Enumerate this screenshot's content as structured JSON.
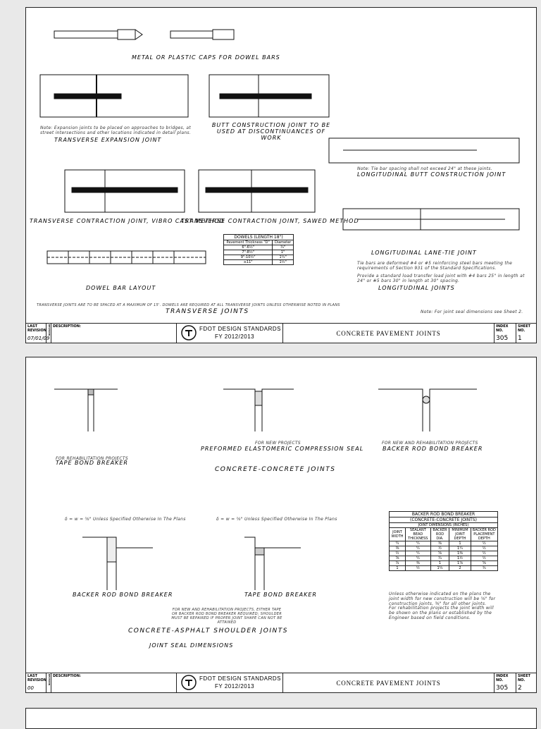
{
  "sheet1": {
    "labels": {
      "caps_title": "METAL OR PLASTIC CAPS FOR DOWEL BARS",
      "expansion_title": "TRANSVERSE EXPANSION JOINT",
      "butt_transverse": "BUTT CONSTRUCTION JOINT TO BE USED AT DISCONTINUANCES OF WORK",
      "long_butt": "LONGITUDINAL BUTT CONSTRUCTION JOINT",
      "vibro": "TRANSVERSE CONTRACTION JOINT, VIBRO CAST METHOD",
      "sawed": "TRANSVERSE CONTRACTION JOINT, SAWED METHOD",
      "lane_tie": "LONGITUDINAL LANE-TIE JOINT",
      "dowel_layout": "DOWEL BAR LAYOUT",
      "long_joints": "LONGITUDINAL JOINTS",
      "transverse_joints": "TRANSVERSE JOINTS",
      "spacing_note": "TRANSVERSE JOINTS ARE TO BE SPACED AT A MAXIMUM OF 15'. DOWELS ARE REQUIRED AT ALL TRANSVERSE JOINTS UNLESS OTHERWISE NOTED IN PLANS",
      "sheet_note": "Note: For joint seal dimensions see Sheet 2.",
      "expansion_note": "Note: Expansion joints to be placed on approaches to bridges, at street intersections and other locations indicated in detail plans.",
      "tie_note": "Note: Tie bar spacing shall not exceed 24\" at these joints.",
      "tie_bars_note": "Tie bars are deformed #4 or #5 reinforcing steel bars meeting the requirements of Section 931 of the Standard Specifications.",
      "tie_load_note": "Provide a standard load transfer load joint with #4 bars 25\" in length at 24\" or #5 bars 30\" in length at 30\" spacing."
    },
    "dowel_table": {
      "title": "DOWELS (LENGTH 18\")",
      "headers": [
        "Pavement Thickness \"D\"",
        "Diameter"
      ],
      "rows": [
        [
          "6\"-6½\"",
          "¾\""
        ],
        [
          "7\"-8½\"",
          "1\""
        ],
        [
          "9\"-10½\"",
          "1¼\""
        ],
        [
          "≥11\"",
          "1½\""
        ]
      ]
    },
    "titleblock": {
      "last_revision_label": "LAST REVISION",
      "revision_label": "REVISION",
      "last_revision": "07/01/09",
      "description_label": "DESCRIPTION:",
      "agency": "FDOT DESIGN STANDARDS",
      "fy": "FY 2012/2013",
      "doc_title": "CONCRETE PAVEMENT JOINTS",
      "index_label": "INDEX NO.",
      "index": "305",
      "sheet_label": "SHEET NO.",
      "sheet": "1"
    }
  },
  "sheet2": {
    "labels": {
      "concrete_concrete": "CONCRETE-CONCRETE JOINTS",
      "tape_bond": "TAPE BOND BREAKER",
      "tape_rehab": "FOR REHABILITATION PROJECTS",
      "preformed": "PREFORMED ELASTOMERIC COMPRESSION SEAL",
      "preformed_new": "FOR NEW PROJECTS",
      "backer_rod": "BACKER ROD BOND BREAKER",
      "backer_new_rehab": "FOR NEW AND REHABILITATION PROJECTS",
      "shoulder_title": "CONCRETE-ASPHALT SHOULDER JOINTS",
      "joint_seal_dims": "JOINT SEAL DIMENSIONS",
      "backer_rod_bottom": "BACKER ROD BOND BREAKER",
      "tape_bond_bottom": "TAPE BOND BREAKER",
      "shoulder_note": "FOR NEW AND REHABILITATION PROJECTS, EITHER TAPE OR BACKER ROD BOND BREAKER REQUIRED; SHOULDER MUST BE REPAIRED IF PROPER JOINT SHAPE CAN NOT BE ATTAINED",
      "dim_note_left": "δ = w = ⅝\" Unless Specified Otherwise In The Plans",
      "dim_note_right": "δ = w = ⅝\" Unless Specified Otherwise In The Plans",
      "table_note": "Unless otherwise indicated on the plans the joint width for new construction will be ⅝\" for construction joints, ⅜\" for all other joints.",
      "table_note2": "For rehabilitation projects the joint width will be shown on the plans or established by the Engineer based on field conditions."
    },
    "backer_table": {
      "title": "BACKER ROD BOND BREAKER",
      "subtitle": "(CONCRETE-CONCRETE JOINTS)",
      "group": "JOINT DIMENSIONS (INCHES)",
      "headers": [
        "JOINT WIDTH",
        "SEALANT BEAD THICKNESS",
        "BACKER ROD DIA.",
        "MINIMUM JOINT DEPTH",
        "BACKER ROD PLACEMENT DEPTH"
      ],
      "rows": [
        [
          "¼",
          "¼",
          "⅜",
          "1",
          "½"
        ],
        [
          "⅜",
          "¼",
          "½",
          "1¼",
          "½"
        ],
        [
          "½",
          "¼",
          "⅝",
          "1⅜",
          "½"
        ],
        [
          "⅝",
          "¼",
          "¾",
          "1½",
          "½"
        ],
        [
          "¾",
          "⅜",
          "1",
          "1⅞",
          "⅝"
        ],
        [
          "1",
          "½",
          "1¼",
          "2",
          "¾"
        ]
      ]
    },
    "titleblock": {
      "last_revision_label": "LAST REVISION",
      "revision_label": "REVISION",
      "last_revision": "00",
      "description_label": "DESCRIPTION:",
      "agency": "FDOT DESIGN STANDARDS",
      "fy": "FY 2012/2013",
      "doc_title": "CONCRETE PAVEMENT JOINTS",
      "index_label": "INDEX NO.",
      "index": "305",
      "sheet_label": "SHEET NO.",
      "sheet": "2"
    }
  }
}
